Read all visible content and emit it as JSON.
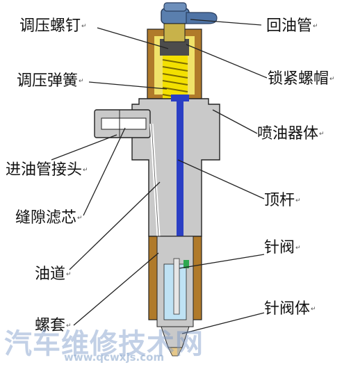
{
  "labels": {
    "regulating_screw": "调压螺钉",
    "return_pipe": "回油管",
    "regulating_spring": "调压弹簧",
    "lock_nut": "锁紧螺帽",
    "injector_body": "喷油器体",
    "inlet_fitting": "进油管接头",
    "push_rod": "顶杆",
    "gap_filter": "缝隙滤芯",
    "needle_valve": "针阀",
    "oil_passage": "油道",
    "needle_valve_body": "针阀体",
    "nut_sleeve": "螺套"
  },
  "watermark": {
    "text": "汽车维修技术网",
    "url": "www.qcwxjs.com"
  },
  "colors": {
    "body_gray": "#c9c9c9",
    "brass": "#b07a2a",
    "cap_yellow": "#f0e26a",
    "spring_yellow": "#f3e000",
    "rod_blue": "#2b3fc4",
    "cavity_blue": "#bfe2f4",
    "line": "#222222"
  }
}
